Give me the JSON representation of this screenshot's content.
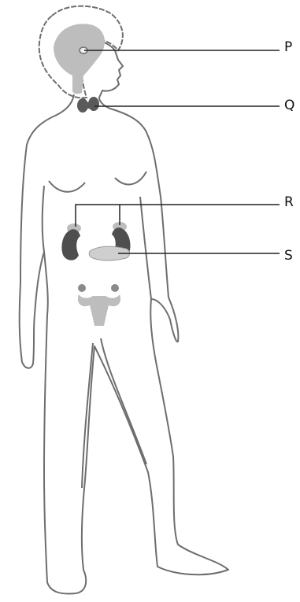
{
  "diagram": {
    "labels": {
      "p": "P",
      "q": "Q",
      "r": "R",
      "s": "S"
    }
  },
  "colors": {
    "outline": "#6e6e6e",
    "leader_line": "#222222",
    "organ_light": "#bdbdbd",
    "organ_dark": "#5a5a5a",
    "kidney": "#4e4e4e",
    "pancreas": "#cfcfcf"
  }
}
